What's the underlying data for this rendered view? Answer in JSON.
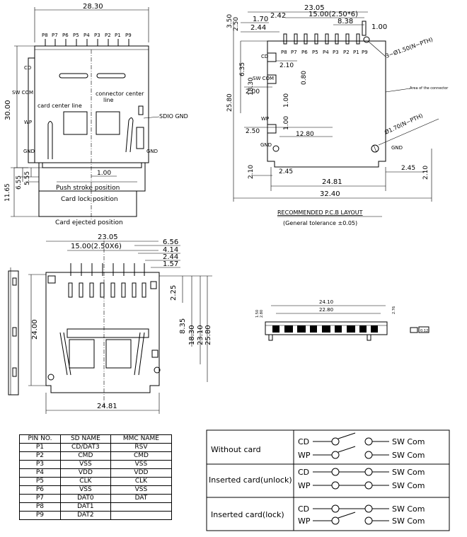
{
  "top_left": {
    "width_dim": "28.30",
    "pins": [
      "P8",
      "P7",
      "P6",
      "P5",
      "P4",
      "P3",
      "P2",
      "P1",
      "P9"
    ],
    "labels": {
      "cd": "CD",
      "swcom": "SW COM",
      "wp": "WP",
      "gnd_left": "GND",
      "gnd_right": "GND",
      "sdio": "SDIO GND",
      "card_center": "card center line",
      "conn_center_1": "connector center",
      "conn_center_2": "line"
    },
    "height_dim": "30.00",
    "dims": {
      "d1": "1.00",
      "d655": "6.55",
      "d555": "5.55",
      "d1165": "11.65"
    },
    "positions": {
      "push": "Push stroke position",
      "lock": "Card lock position",
      "eject": "Card ejected position"
    }
  },
  "top_right": {
    "dims": {
      "d2305": "23.05",
      "d1500": "15.00(2.50*6)",
      "d838": "8.38",
      "d100": "1.00",
      "d170": "1.70",
      "d242": "2.42",
      "d244": "2.44",
      "d350": "3.50",
      "d250v": "2.50",
      "d635": "6.35",
      "d1830": "18.30",
      "d2580": "25.80",
      "d210a": "2.10",
      "d080": "0.80",
      "d200": "2.00",
      "d100b": "1.00",
      "d100c": "1.00",
      "d250": "2.50",
      "d1280": "12.80",
      "d245a": "2.45",
      "d245b": "2.45",
      "d210l": "2.10",
      "d210r": "2.10",
      "d2481": "24.81",
      "d3240": "32.40"
    },
    "pins": [
      "P8",
      "P7",
      "P6",
      "P5",
      "P4",
      "P3",
      "P2",
      "P1",
      "P9"
    ],
    "labels": {
      "cd": "CD",
      "swcom": "SW COM",
      "wp": "WP",
      "gnd_l": "GND",
      "gnd_r": "GND",
      "hole1": "3−Ø1.50(N−PTH)",
      "hole2": "Ø1.70(N−PTH)",
      "area": "Area of the connector"
    },
    "caption": "RECOMMENDED P.C.B LAYOUT",
    "tolerance": "(General tolerance ±0.05)"
  },
  "middle_left": {
    "dims": {
      "d2305": "23.05",
      "d656": "6.56",
      "d1500": "15.00(2.50X6)",
      "d414": "4.14",
      "d244": "2.44",
      "d157": "1.57",
      "d225": "2.25",
      "d835": "8.35",
      "d1830": "18.30",
      "d2310": "23.10",
      "d2580": "25.80",
      "d2400": "24.00",
      "d2481": "24.81"
    }
  },
  "side_view": {
    "dims": {
      "d2410": "24.10",
      "d2280": "22.80",
      "d150": "1.50",
      "d280": "2.80",
      "d276": "2.76",
      "d012": "0.12"
    }
  },
  "pin_table": {
    "headers": [
      "PIN NO.",
      "SD NAME",
      "MMC NAME"
    ],
    "rows": [
      [
        "P1",
        "CD/DAT3",
        "RSV"
      ],
      [
        "P2",
        "CMD",
        "CMD"
      ],
      [
        "P3",
        "VSS",
        "VSS"
      ],
      [
        "P4",
        "VDD",
        "VDD"
      ],
      [
        "P5",
        "CLK",
        "CLK"
      ],
      [
        "P6",
        "VSS",
        "VSS"
      ],
      [
        "P7",
        "DAT0",
        "DAT"
      ],
      [
        "P8",
        "DAT1",
        ""
      ],
      [
        "P9",
        "DAT2",
        ""
      ]
    ]
  },
  "switch_table": {
    "rows": [
      {
        "state": "Without card",
        "cd": "CD",
        "wp": "WP",
        "sw1": "SW Com",
        "sw2": "SW Com"
      },
      {
        "state": "Inserted card(unlock)",
        "cd": "CD",
        "wp": "WP",
        "sw1": "SW Com",
        "sw2": "SW Com"
      },
      {
        "state": "Inserted card(lock)",
        "cd": "CD",
        "wp": "WP",
        "sw1": "SW Com",
        "sw2": "SW Com"
      }
    ]
  }
}
